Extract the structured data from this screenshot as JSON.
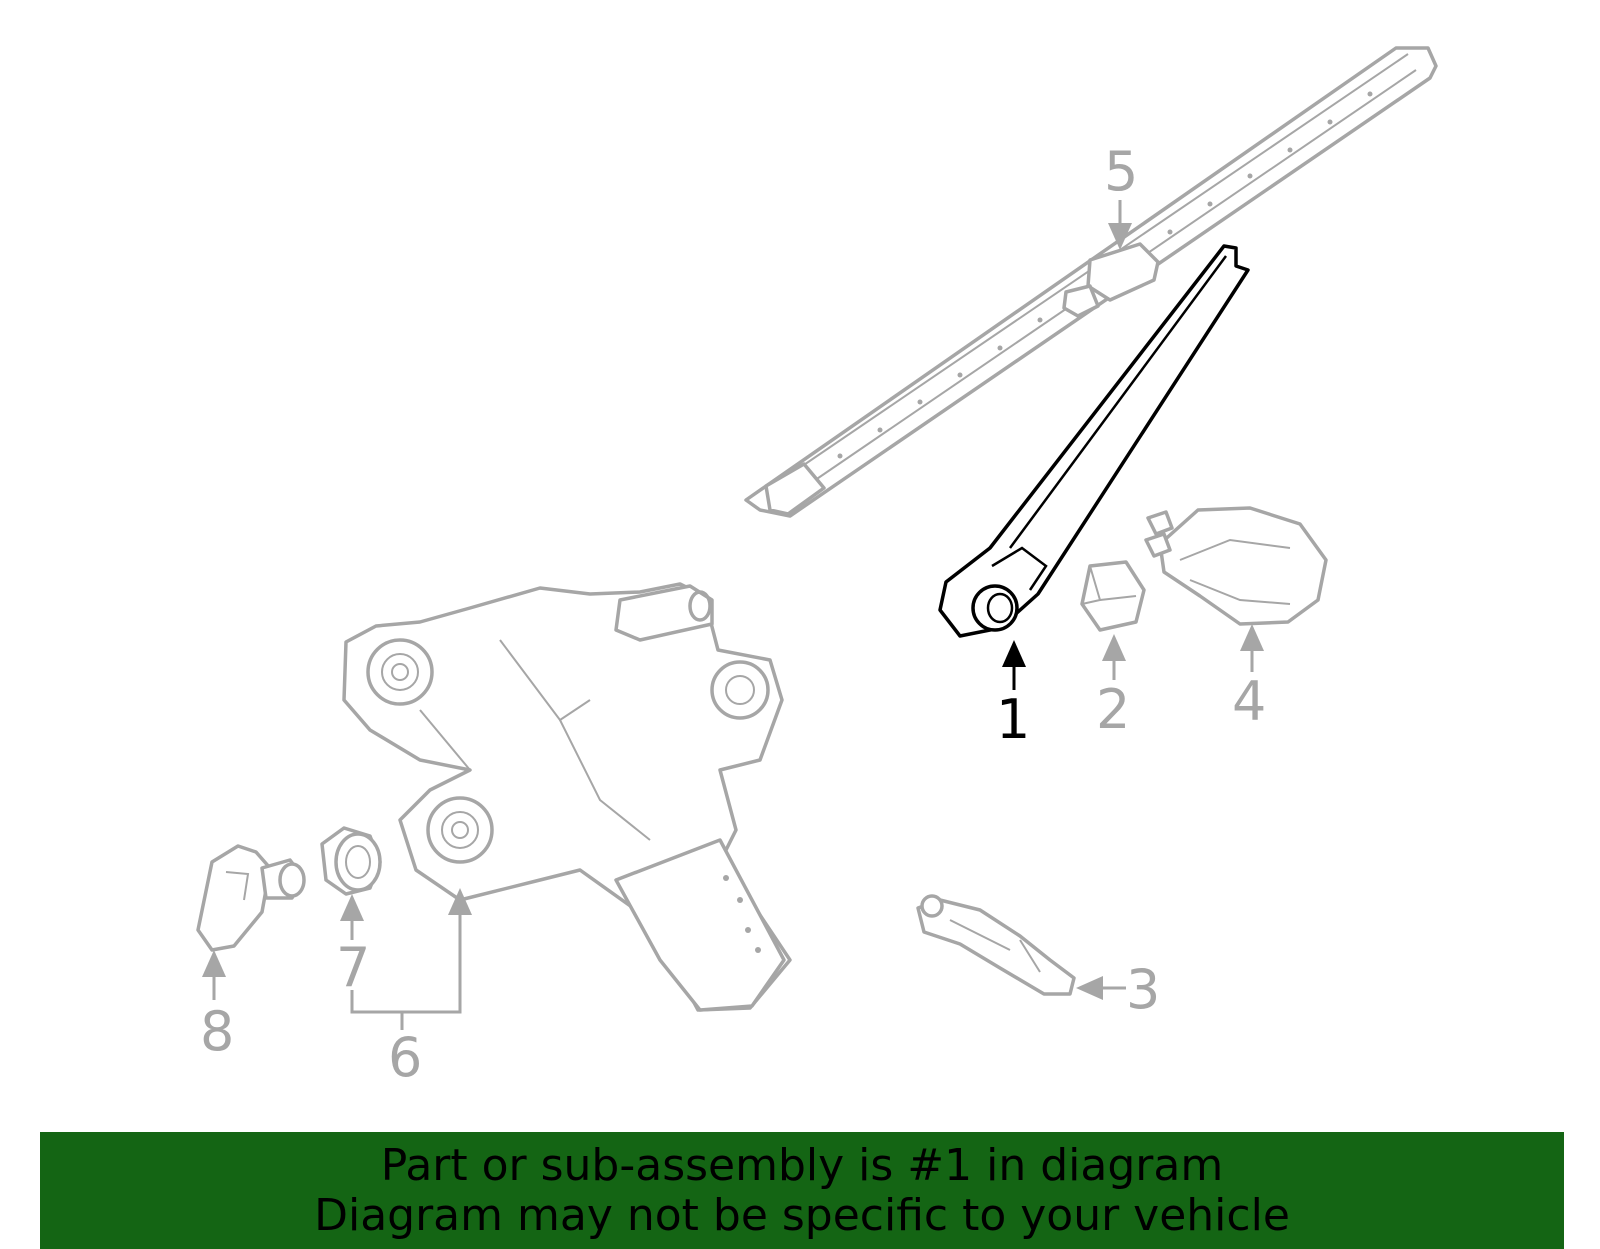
{
  "diagram": {
    "callouts": {
      "c1": "1",
      "c2": "2",
      "c3": "3",
      "c4": "4",
      "c5": "5",
      "c6": "6",
      "c7": "7",
      "c8": "8"
    },
    "highlighted_part": "1",
    "colors": {
      "highlight": "#000000",
      "other_parts": "#a6a6a6",
      "banner_background": "#146514"
    }
  },
  "footer": {
    "line1": "Part or sub-assembly is #1 in diagram",
    "line2": "Diagram may not be specific to your vehicle"
  }
}
